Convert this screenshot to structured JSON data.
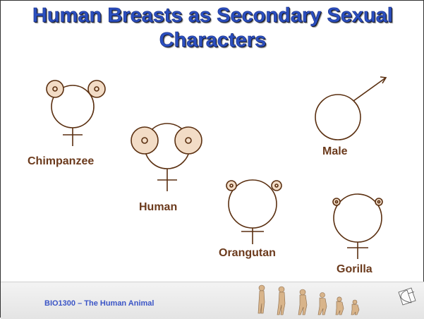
{
  "title": {
    "line1": "Human Breasts as Secondary Sexual",
    "line2": "Characters"
  },
  "labels": {
    "chimpanzee": "Chimpanzee",
    "human": "Human",
    "orangutan": "Orangutan",
    "male": "Male",
    "gorilla": "Gorilla"
  },
  "footer": {
    "course": "BIO1300 – The Human Animal",
    "evolution_icon": "human-evolution-silhouettes",
    "corner_icon": "golden-spiral-icon"
  },
  "colors": {
    "title": "#2b4fbf",
    "symbol_stroke": "#5a2f10",
    "breast_fill": "#f2dcc6",
    "label": "#6b3a1c",
    "footer_text": "#3b55c6"
  }
}
